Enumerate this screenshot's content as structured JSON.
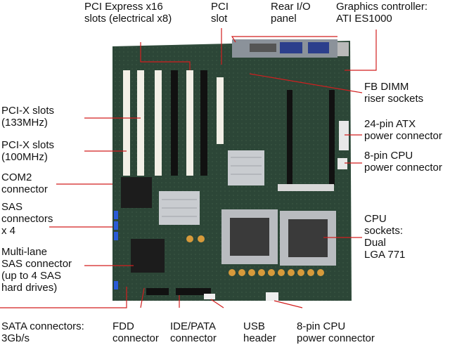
{
  "image": {
    "subject": "server-motherboard-photo"
  },
  "callouts": {
    "pcie": "PCI Express x16\nslots (electrical x8)",
    "pci": "PCI\nslot",
    "rear_io": "Rear I/O\npanel",
    "graphics": "Graphics controller:\nATI ES1000",
    "fbdimm": "FB DIMM\nriser sockets",
    "atx24": "24-pin ATX\npower connector",
    "cpu8_right": "8-pin CPU\npower connector",
    "cpu_sockets": "CPU\nsockets:\nDual\nLGA 771",
    "pcix133": "PCI-X slots\n(133MHz)",
    "pcix100": "PCI-X slots\n(100MHz)",
    "com2": "COM2\nconnector",
    "sas4": "SAS\nconnectors\nx 4",
    "multilane": "Multi-lane\nSAS connector\n(up to 4 SAS\nhard drives)",
    "sata": "SATA connectors:\n3Gb/s",
    "fdd": "FDD\nconnector",
    "ide": "IDE/PATA\nconnector",
    "usb": "USB\nheader",
    "cpu8_bottom": "8-pin CPU\npower connector"
  },
  "colors": {
    "board": "#2f4a3a",
    "leader": "#d21f1f",
    "slot_white": "#f2efe6",
    "heatsink": "#c9ccd0"
  }
}
